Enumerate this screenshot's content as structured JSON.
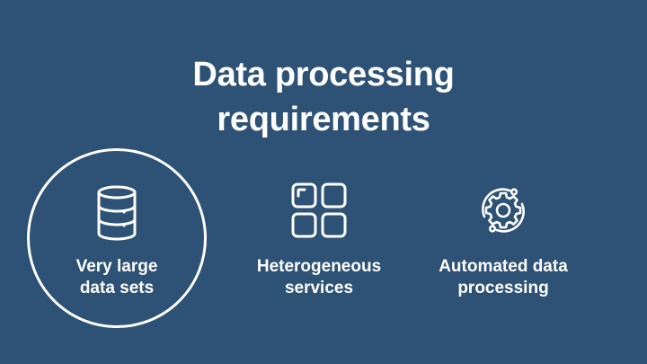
{
  "slide": {
    "title_line1": "Data processing",
    "title_line2": "requirements",
    "items": [
      {
        "icon": "database-icon",
        "label_line1": "Very large",
        "label_line2": "data sets",
        "highlighted": true
      },
      {
        "icon": "grid-apps-icon",
        "label_line1": "Heterogeneous",
        "label_line2": "services",
        "highlighted": false
      },
      {
        "icon": "gear-cycle-icon",
        "label_line1": "Automated data",
        "label_line2": "processing",
        "highlighted": false
      }
    ]
  },
  "colors": {
    "background": "#2d5276",
    "foreground": "#ffffff"
  }
}
